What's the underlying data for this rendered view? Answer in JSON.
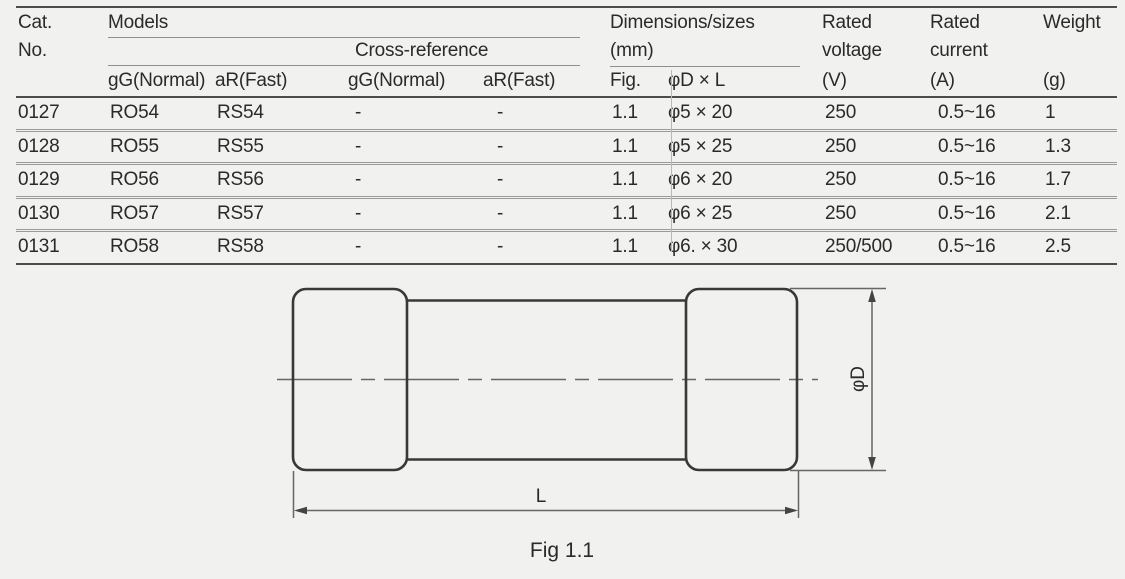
{
  "page": {
    "background": "#f1f1ef"
  },
  "table": {
    "header": {
      "cat_line1": "Cat.",
      "cat_line2": "No.",
      "models": "Models",
      "cross_reference": "Cross-reference",
      "dimensions_line1": "Dimensions/sizes",
      "dimensions_line2": "(mm)",
      "rated_voltage_line1": "Rated",
      "rated_voltage_line2": "voltage",
      "rated_voltage_unit": "(V)",
      "rated_current_line1": "Rated",
      "rated_current_line2": "current",
      "rated_current_unit": "(A)",
      "weight_line1": "Weight",
      "weight_unit": "(g)",
      "sub_gg_normal_models": "gG(Normal)",
      "sub_ar_fast_models": "aR(Fast)",
      "sub_gg_normal_crossref": "gG(Normal)",
      "sub_ar_fast_crossref": "aR(Fast)",
      "sub_fig": "Fig.",
      "sub_d_x_l": "φD × L"
    },
    "rows": [
      [
        "0127",
        "RO54",
        "RS54",
        "-",
        "-",
        "1.1",
        "φ5 × 20",
        "250",
        "0.5~16",
        "1"
      ],
      [
        "0128",
        "RO55",
        "RS55",
        "-",
        "-",
        "1.1",
        "φ5 × 25",
        "250",
        "0.5~16",
        "1.3"
      ],
      [
        "0129",
        "RO56",
        "RS56",
        "-",
        "-",
        "1.1",
        "φ6 × 20",
        "250",
        "0.5~16",
        "1.7"
      ],
      [
        "0130",
        "RO57",
        "RS57",
        "-",
        "-",
        "1.1",
        "φ6 × 25",
        "250",
        "0.5~16",
        "2.1"
      ],
      [
        "0131",
        "RO58",
        "RS58",
        "-",
        "-",
        "1.1",
        "φ6. × 30",
        "250/500",
        "0.5~16",
        "2.5"
      ]
    ]
  },
  "figure": {
    "caption": "Fig 1.1",
    "length_label": "L",
    "diameter_label": "φD"
  },
  "colors": {
    "border_dark": "#4d4d4d",
    "border_light": "#8f8f8f",
    "outline": "#383838",
    "dimension_line": "#666666"
  }
}
